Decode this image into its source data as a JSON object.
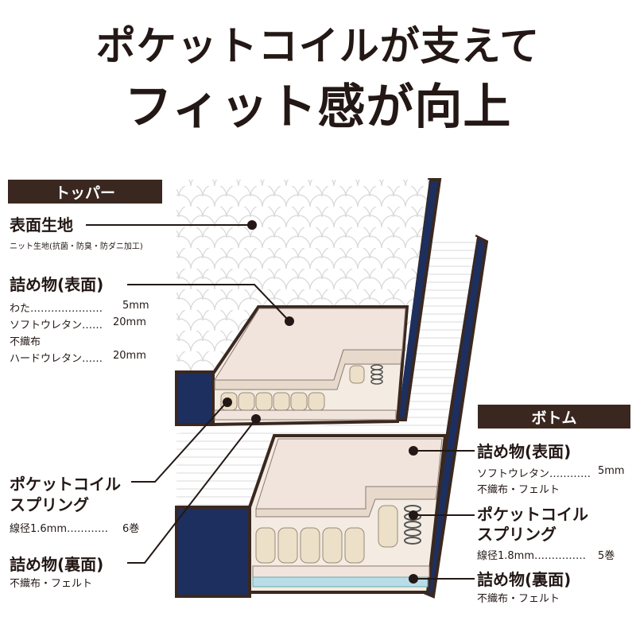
{
  "headline": {
    "line1": "ポケットコイルが支えて",
    "line2": "フィット感が向上"
  },
  "topper": {
    "title": "トッパー",
    "fabric": {
      "label": "表面生地",
      "detail": "ニット生地(抗菌・防臭・防ダニ加工)"
    },
    "filling_top": {
      "label": "詰め物(表面)",
      "rows": [
        {
          "name": "わた",
          "dots": "…………………",
          "value": "5mm"
        },
        {
          "name": "ソフトウレタン",
          "dots": "……",
          "value": "20mm"
        },
        {
          "name": "不織布",
          "dots": "",
          "value": ""
        },
        {
          "name": "ハードウレタン",
          "dots": "……",
          "value": "20mm"
        }
      ]
    },
    "coil": {
      "label_line1": "ポケットコイル",
      "label_line2": "スプリング",
      "spec_name": "線径1.6mm",
      "spec_dots": "…………",
      "spec_value": "6巻"
    },
    "filling_bottom": {
      "label": "詰め物(裏面)",
      "detail": "不織布・フェルト"
    }
  },
  "bottom": {
    "title": "ボトム",
    "filling_top": {
      "label": "詰め物(表面)",
      "rows": [
        {
          "name": "ソフトウレタン",
          "dots": "…………",
          "value": "5mm"
        },
        {
          "name": "不織布・フェルト",
          "dots": "",
          "value": ""
        }
      ]
    },
    "coil": {
      "label_line1": "ポケットコイル",
      "label_line2": "スプリング",
      "spec_name": "線径1.8mm",
      "spec_dots": "……………",
      "spec_value": "5巻"
    },
    "filling_bottom": {
      "label": "詰め物(裏面)",
      "detail": "不織布・フェルト"
    }
  },
  "colors": {
    "navy": "#1d2f5e",
    "brown": "#3a2820",
    "pad": "#f1e4dc",
    "blue_felt": "#b9dde8",
    "coil": "#ece0c8"
  }
}
